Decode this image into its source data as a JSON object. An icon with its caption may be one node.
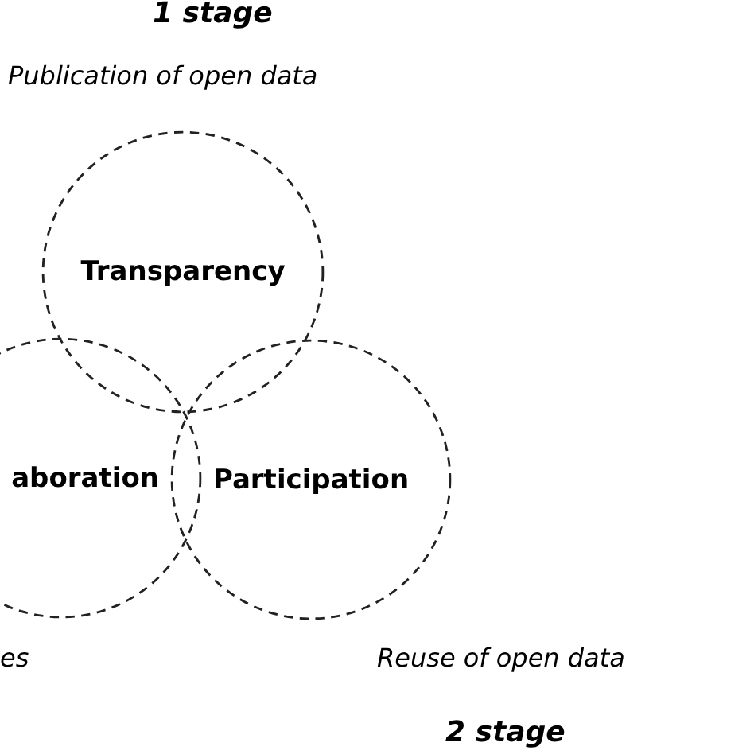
{
  "diagram": {
    "nodes": [
      {
        "text": [
          "Transparency"
        ]
      },
      {
        "text": [
          "aboration"
        ]
      },
      {
        "text": [
          "Participation"
        ]
      }
    ],
    "edges": [],
    "labels": [
      "1 stage",
      "Publication of open data",
      "es",
      "Reuse of open data",
      "2 stage"
    ]
  }
}
